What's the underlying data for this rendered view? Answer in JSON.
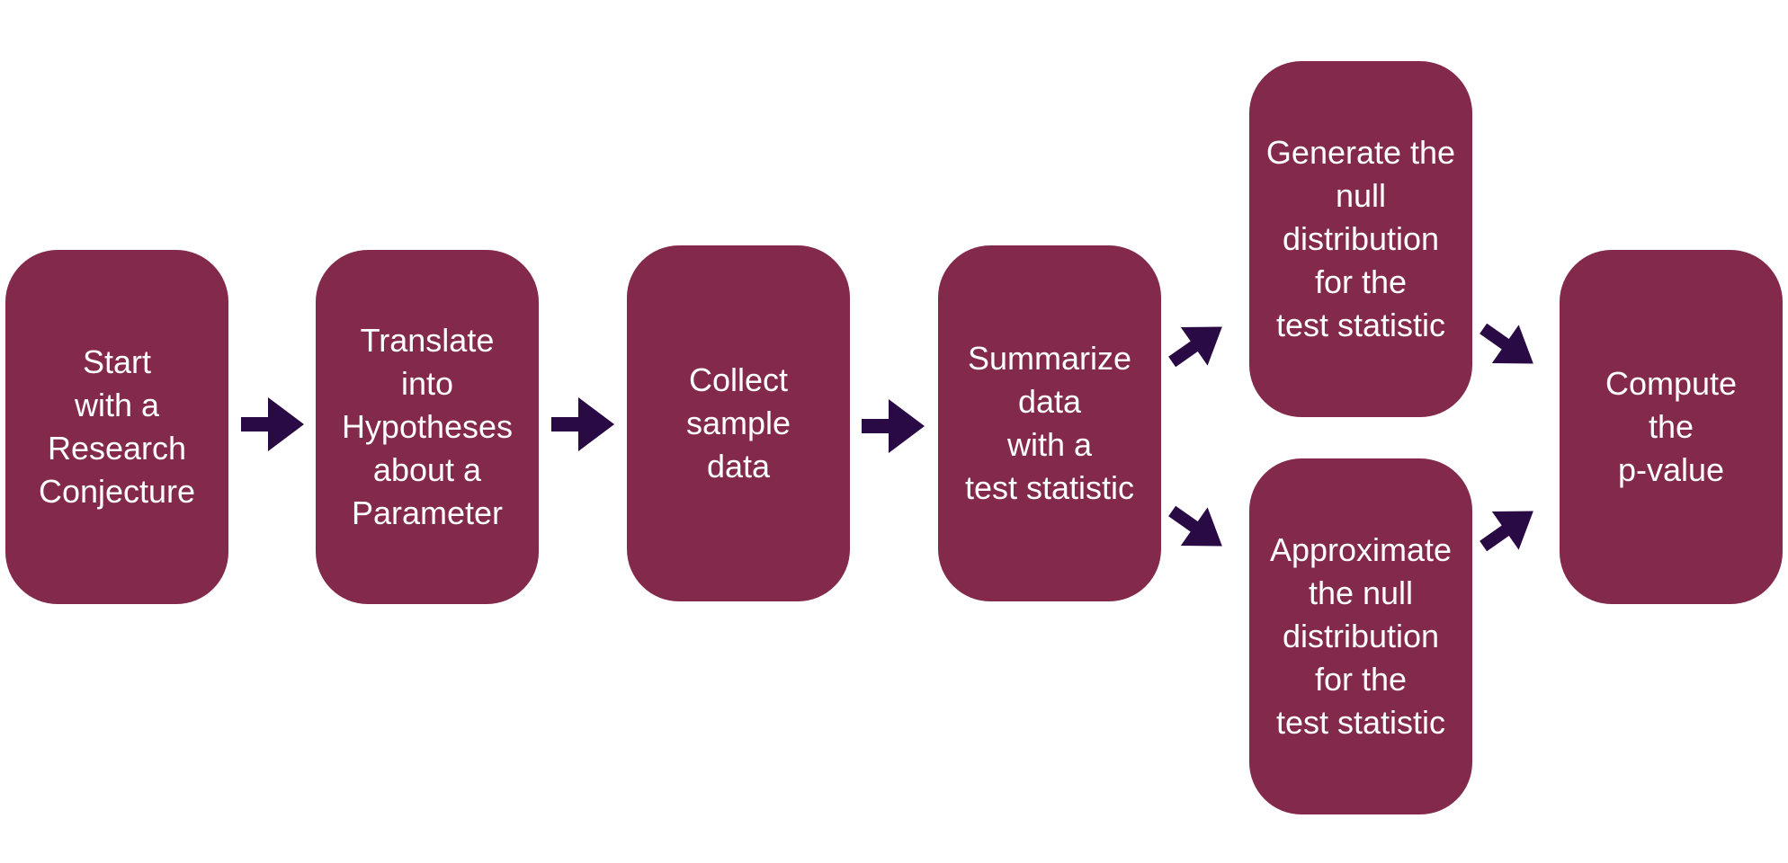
{
  "diagram": {
    "box_color": "#832A4C",
    "arrow_color": "#2A0A45",
    "text_color": "#FFFFFF",
    "boxes": [
      {
        "id": "start",
        "label": "Start\nwith a\nResearch\nConjecture"
      },
      {
        "id": "translate",
        "label": "Translate\ninto\nHypotheses\nabout a\nParameter"
      },
      {
        "id": "collect",
        "label": "Collect\nsample\ndata"
      },
      {
        "id": "summarize",
        "label": "Summarize\ndata\nwith a\ntest statistic"
      },
      {
        "id": "generate",
        "label": "Generate the\nnull\ndistribution\nfor the\ntest statistic"
      },
      {
        "id": "approximate",
        "label": "Approximate\nthe null\ndistribution\nfor the\ntest statistic"
      },
      {
        "id": "compute",
        "label": "Compute\nthe\np-value"
      }
    ],
    "connections": [
      {
        "from": "start",
        "to": "translate"
      },
      {
        "from": "translate",
        "to": "collect"
      },
      {
        "from": "collect",
        "to": "summarize"
      },
      {
        "from": "summarize",
        "to": "generate"
      },
      {
        "from": "summarize",
        "to": "approximate"
      },
      {
        "from": "generate",
        "to": "compute"
      },
      {
        "from": "approximate",
        "to": "compute"
      }
    ]
  }
}
